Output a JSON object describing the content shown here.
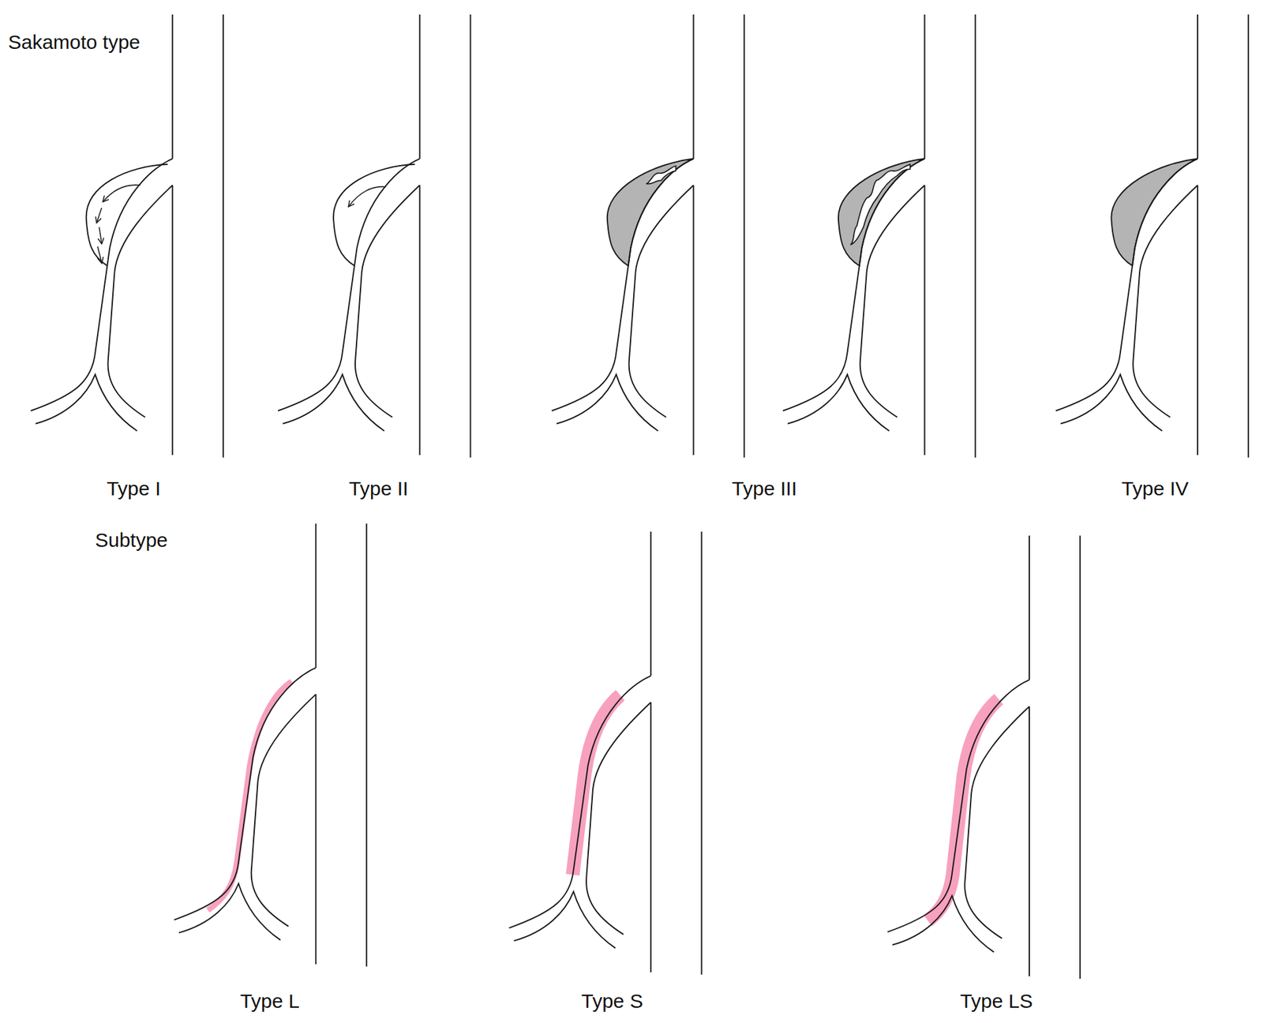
{
  "diagram": {
    "labels": [
      "Sakamoto type",
      "Type I",
      "Type II",
      "Type III",
      "Type IV",
      "Subtype",
      "Type L",
      "Type S",
      "Type LS"
    ]
  }
}
